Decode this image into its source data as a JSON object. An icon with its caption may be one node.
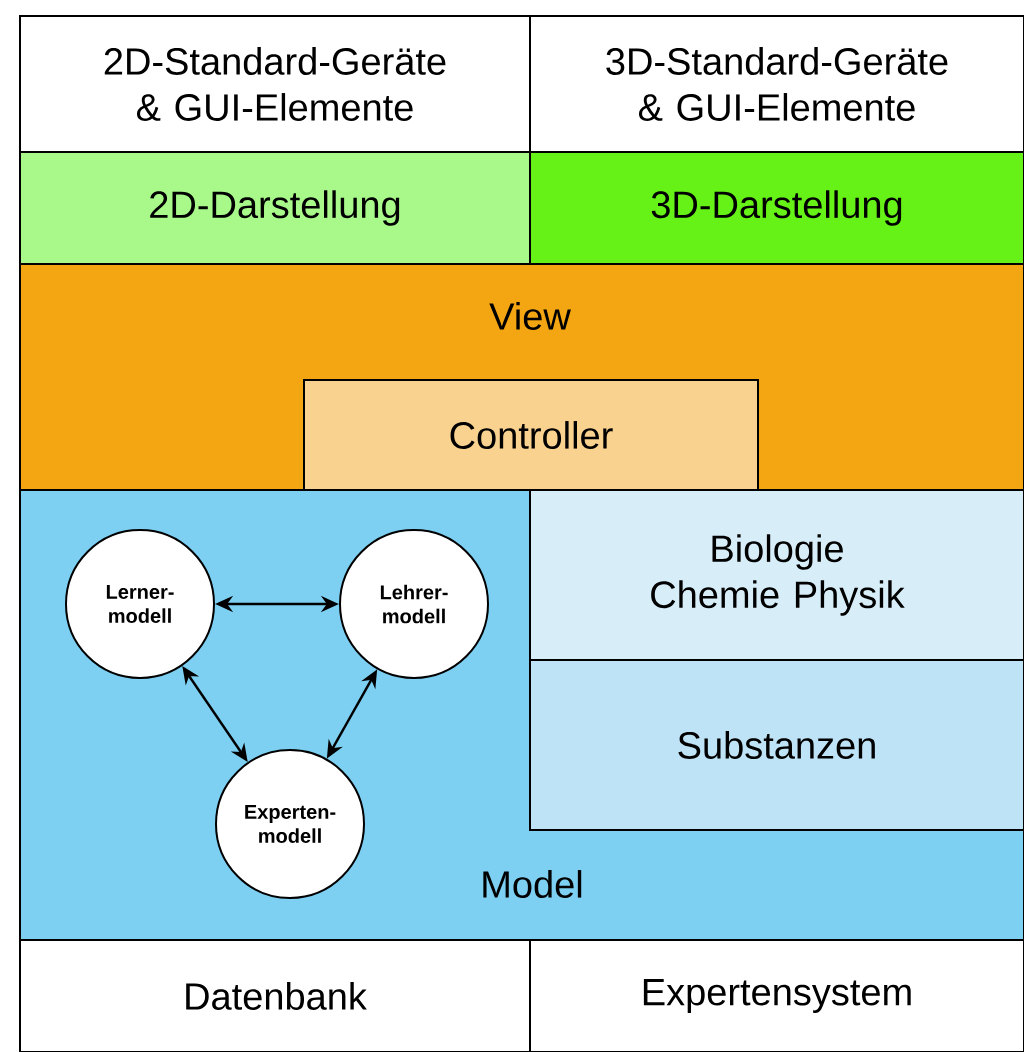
{
  "diagram": {
    "nodes": [
      {
        "text": [
          "2D-Standard-Geräte & GUI-Elemente"
        ]
      },
      {
        "text": [
          "3D-Standard-Geräte & GUI-Elemente"
        ]
      },
      {
        "text": [
          "2D-Darstellung"
        ]
      },
      {
        "text": [
          "3D-Darstellung"
        ]
      },
      {
        "text": [
          "View"
        ]
      },
      {
        "text": [
          "Controller"
        ],
        "in": 4
      },
      {
        "text": [
          "Model"
        ]
      },
      {
        "text": [
          "Lerner- modell"
        ],
        "in": 6
      },
      {
        "text": [
          "Lehrer- modell"
        ],
        "in": 6
      },
      {
        "text": [
          "Experten- modell"
        ],
        "in": 6
      },
      {
        "text": [
          "Biologie Chemie Physik"
        ],
        "in": 6
      },
      {
        "text": [
          "Substanzen"
        ],
        "in": 6
      },
      {
        "text": [
          "Datenbank"
        ]
      },
      {
        "text": [
          "Expertensystem"
        ]
      }
    ],
    "edges": [
      {
        "from": 7,
        "to": 8,
        "arrow": "both"
      },
      {
        "from": 7,
        "to": 9,
        "arrow": "both"
      },
      {
        "from": 8,
        "to": 9,
        "arrow": "both"
      }
    ]
  }
}
